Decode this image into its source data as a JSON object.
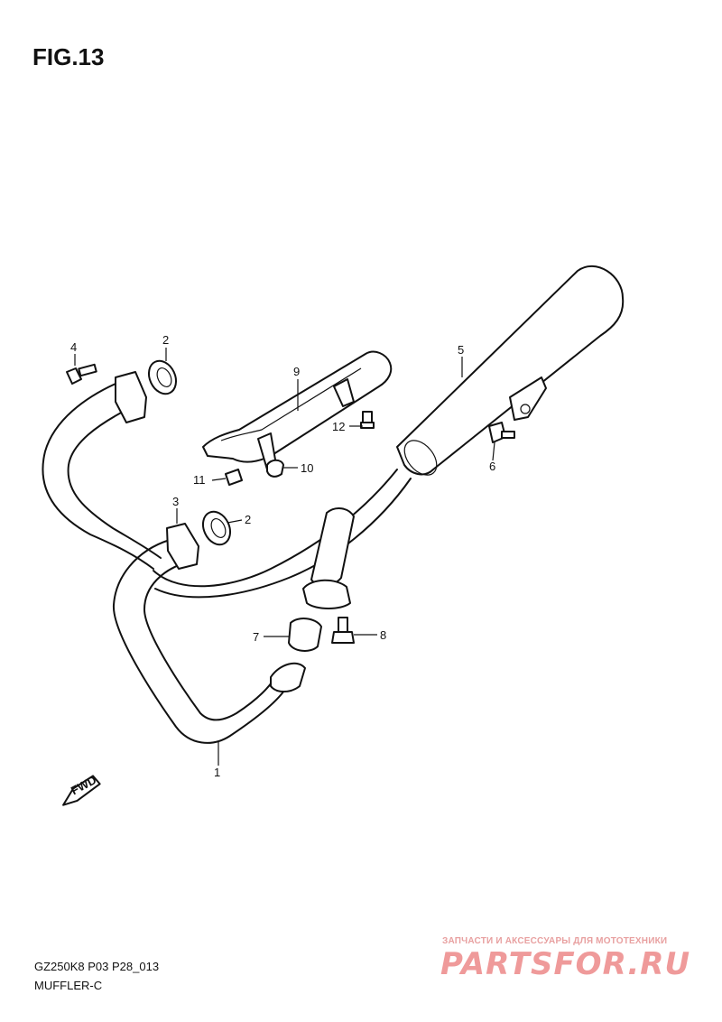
{
  "figure": {
    "title": "FIG.13"
  },
  "callouts": [
    {
      "id": "1",
      "label": "1"
    },
    {
      "id": "2a",
      "label": "2"
    },
    {
      "id": "2b",
      "label": "2"
    },
    {
      "id": "3",
      "label": "3"
    },
    {
      "id": "4",
      "label": "4"
    },
    {
      "id": "5",
      "label": "5"
    },
    {
      "id": "6",
      "label": "6"
    },
    {
      "id": "7",
      "label": "7"
    },
    {
      "id": "8",
      "label": "8"
    },
    {
      "id": "9",
      "label": "9"
    },
    {
      "id": "10",
      "label": "10"
    },
    {
      "id": "11",
      "label": "11"
    },
    {
      "id": "12",
      "label": "12"
    }
  ],
  "fwd_marker": {
    "label": "FWD"
  },
  "footer": {
    "model": "GZ250K8 P03 P28_013",
    "section": "MUFFLER-C"
  },
  "watermark": {
    "tagline": "ЗАПЧАСТИ И АКСЕССУАРЫ ДЛЯ МОТОТЕХНИКИ",
    "brand": "PARTSFOR.RU",
    "color": "#ef9a9a"
  }
}
